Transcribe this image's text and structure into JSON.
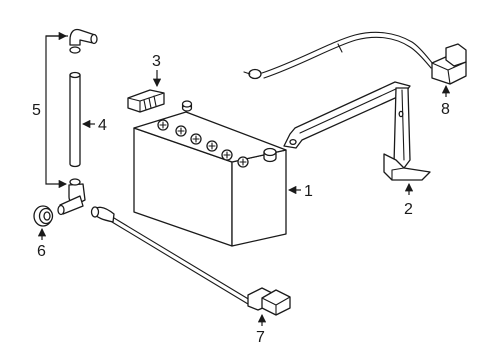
{
  "diagram": {
    "callouts": [
      {
        "id": "battery",
        "label": "1"
      },
      {
        "id": "hold-down-bracket",
        "label": "2"
      },
      {
        "id": "terminal-cover",
        "label": "3"
      },
      {
        "id": "vent-tube",
        "label": "4"
      },
      {
        "id": "vent-hose-assembly",
        "label": "5"
      },
      {
        "id": "grommet",
        "label": "6"
      },
      {
        "id": "negative-cable",
        "label": "7"
      },
      {
        "id": "positive-cable",
        "label": "8"
      }
    ]
  }
}
